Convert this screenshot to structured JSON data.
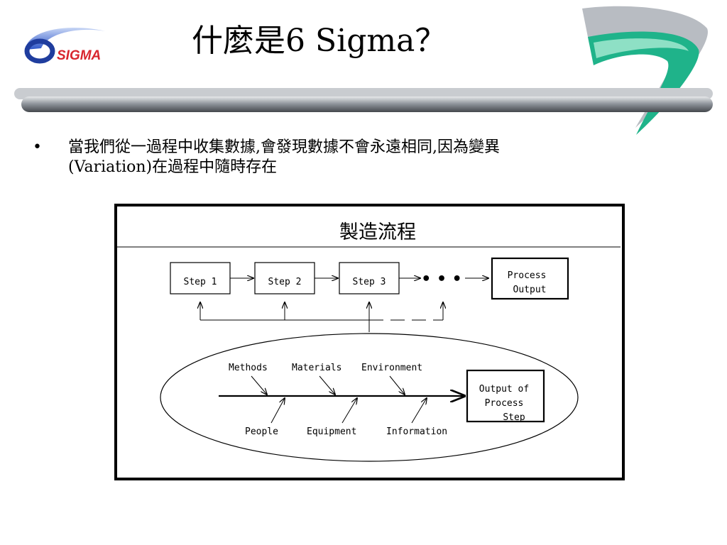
{
  "logo": {
    "text": "SIGMA"
  },
  "title": "什麼是6 Sigma？",
  "bullet": {
    "marker": "•",
    "line1": "當我們從一過程中收集數據,會發現數據不會永遠相同,因為變異",
    "line2": "(Variation)在過程中隨時存在"
  },
  "diagram": {
    "title": "製造流程",
    "steps": [
      "Step 1",
      "Step 2",
      "Step 3"
    ],
    "ellipsis": "• • •",
    "process_output": [
      "Process",
      "Output"
    ],
    "causes_top": [
      "Methods",
      "Materials",
      "Environment"
    ],
    "causes_bottom": [
      "People",
      "Equipment",
      "Information"
    ],
    "step_output": [
      "Output of",
      "Process",
      "Step"
    ]
  },
  "colors": {
    "logo_blue": "#1f3d9e",
    "logo_red": "#d8262e",
    "deco_green": "#1fb38a",
    "bar_gray": "#8a8f96"
  }
}
